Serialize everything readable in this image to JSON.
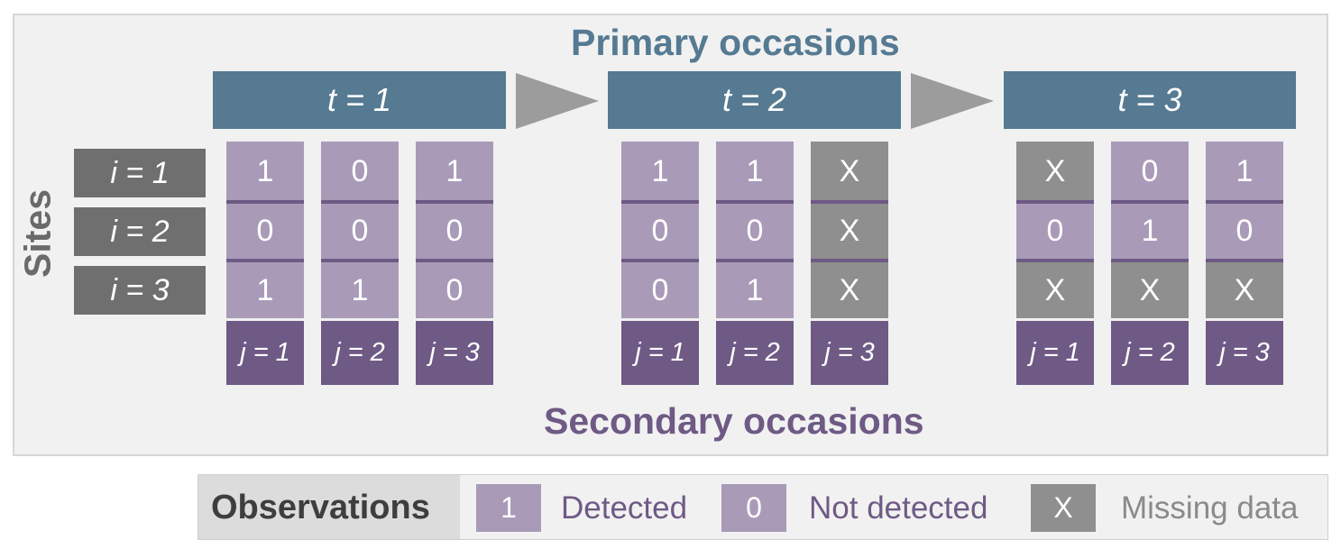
{
  "titles": {
    "primary": "Primary occasions",
    "secondary": "Secondary occasions",
    "sites": "Sites"
  },
  "primary_occasions": [
    "t = 1",
    "t = 2",
    "t = 3"
  ],
  "sites": [
    "i = 1",
    "i = 2",
    "i = 3"
  ],
  "secondary_labels": [
    "j = 1",
    "j = 2",
    "j = 3"
  ],
  "observations": [
    [
      [
        "1",
        "0",
        "1"
      ],
      [
        "0",
        "0",
        "0"
      ],
      [
        "1",
        "1",
        "0"
      ]
    ],
    [
      [
        "1",
        "1",
        "X"
      ],
      [
        "0",
        "0",
        "X"
      ],
      [
        "0",
        "1",
        "X"
      ]
    ],
    [
      [
        "X",
        "0",
        "1"
      ],
      [
        "0",
        "1",
        "0"
      ],
      [
        "X",
        "X",
        "X"
      ]
    ]
  ],
  "legend": {
    "title": "Observations",
    "items": [
      {
        "symbol": "1",
        "label": "Detected",
        "color": "#a99bb8",
        "text_color": "#6e5a85"
      },
      {
        "symbol": "0",
        "label": "Not detected",
        "color": "#a99bb8",
        "text_color": "#6e5a85"
      },
      {
        "symbol": "X",
        "label": "Missing data",
        "color": "#8f8f8f",
        "text_color": "#8a8a8a"
      }
    ]
  },
  "colors": {
    "primary": "#557a92",
    "secondary": "#6e5a85",
    "observed": "#a99bb8",
    "missing": "#8f8f8f",
    "site": "#6f6f6f"
  }
}
